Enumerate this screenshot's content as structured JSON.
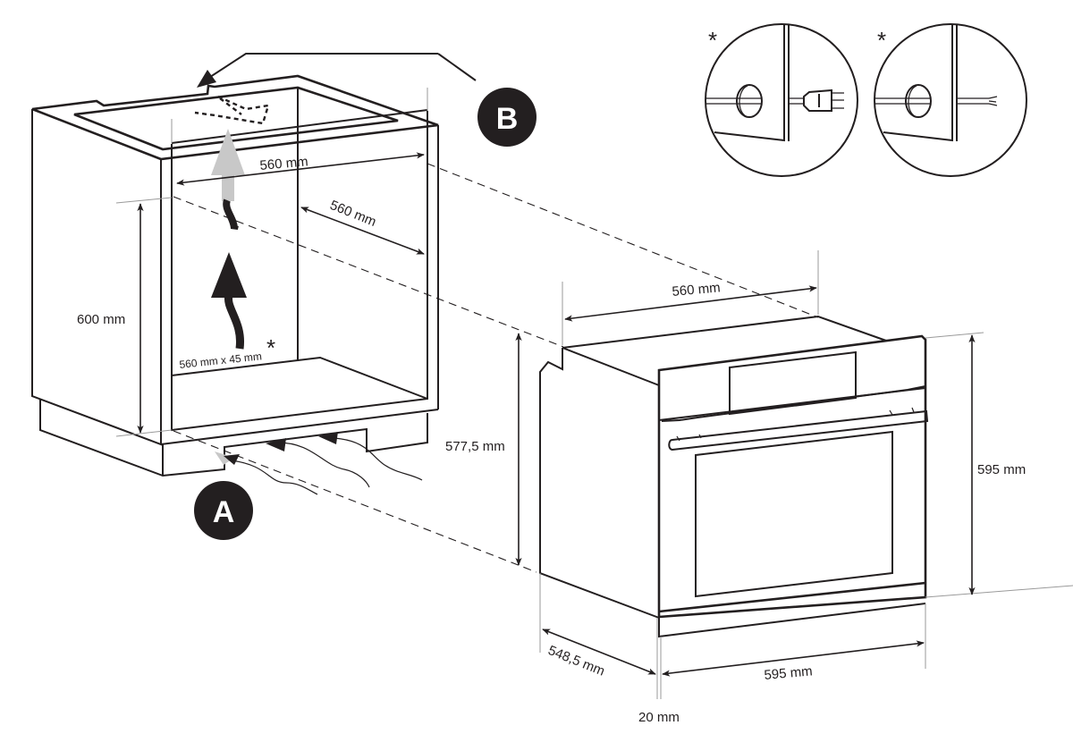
{
  "diagram": {
    "title": "Built-in oven installation dimensions",
    "colors": {
      "line": "#231f20",
      "air_light": "#c8c8c8",
      "badge_text": "#ffffff"
    },
    "badges": {
      "a": "A",
      "b": "B"
    },
    "cabinet": {
      "width_label": "560 mm",
      "depth_label": "560 mm",
      "height_label": "600 mm",
      "vent_label": "560 mm x 45 mm",
      "vent_marker": "*"
    },
    "oven": {
      "depth_top_label": "560 mm",
      "body_height_label": "577,5 mm",
      "front_height_label": "595 mm",
      "side_depth_label": "548,5 mm",
      "front_width_label": "595 mm",
      "front_thickness_label": "20 mm"
    },
    "details": [
      {
        "marker": "*",
        "type": "plug",
        "icon": "plug-icon"
      },
      {
        "marker": "*",
        "type": "bare-wire",
        "icon": "wire-icon"
      }
    ]
  }
}
